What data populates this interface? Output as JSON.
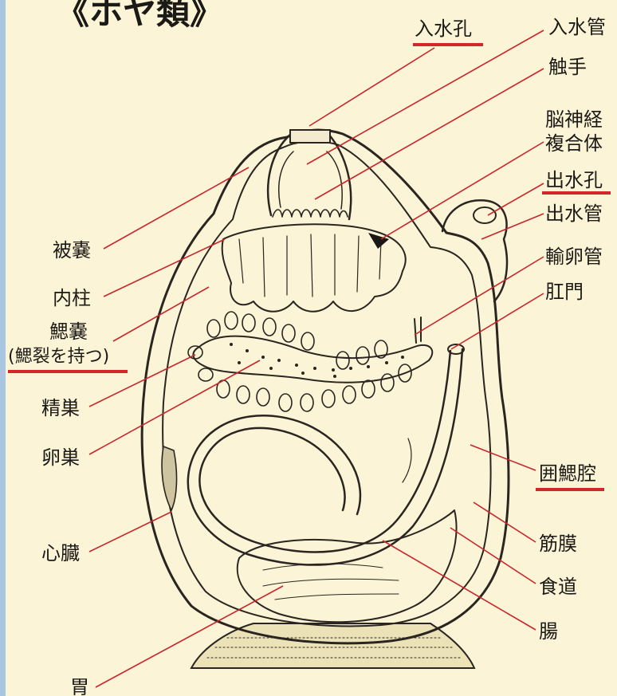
{
  "title": "《ホヤ類》",
  "labels": {
    "nyusuiko": "入水孔",
    "nyusuikan": "入水管",
    "shokushu": "触手",
    "noshinkei_1": "脳神経",
    "noshinkei_2": "複合体",
    "shussuiko": "出水孔",
    "shussuikan": "出水管",
    "yuranka": "輸卵管",
    "komon": "肛門",
    "hino": "被嚢",
    "naichu": "内柱",
    "sai_no": "鰓嚢",
    "sai_no_sub": "(鰓裂を持つ)",
    "seiso": "精巣",
    "ranso": "卵巣",
    "shinzo": "心臓",
    "isaiko": "囲鰓腔",
    "kinmaku": "筋膜",
    "shokudo": "食道",
    "cho": "腸",
    "i": "胃"
  },
  "colors": {
    "background": "#fbf4d6",
    "leader_line": "#c8262d",
    "underline": "#d3262a",
    "ink": "#2a2520",
    "left_strip": "#a9c7e3"
  }
}
